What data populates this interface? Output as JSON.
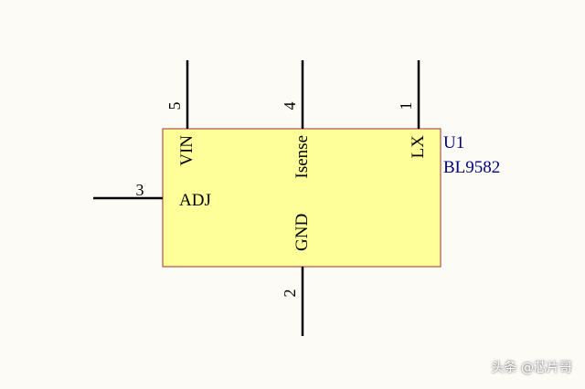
{
  "component": {
    "designator": "U1",
    "part_number": "BL9582",
    "body_fill": "#ffff99",
    "body_stroke": "#a03030",
    "label_color": "#000080",
    "pins": [
      {
        "number": "5",
        "name": "VIN"
      },
      {
        "number": "4",
        "name": "Isense"
      },
      {
        "number": "1",
        "name": "LX"
      },
      {
        "number": "3",
        "name": "ADJ"
      },
      {
        "number": "2",
        "name": "GND"
      }
    ]
  },
  "watermark": "头条 @芯片哥"
}
